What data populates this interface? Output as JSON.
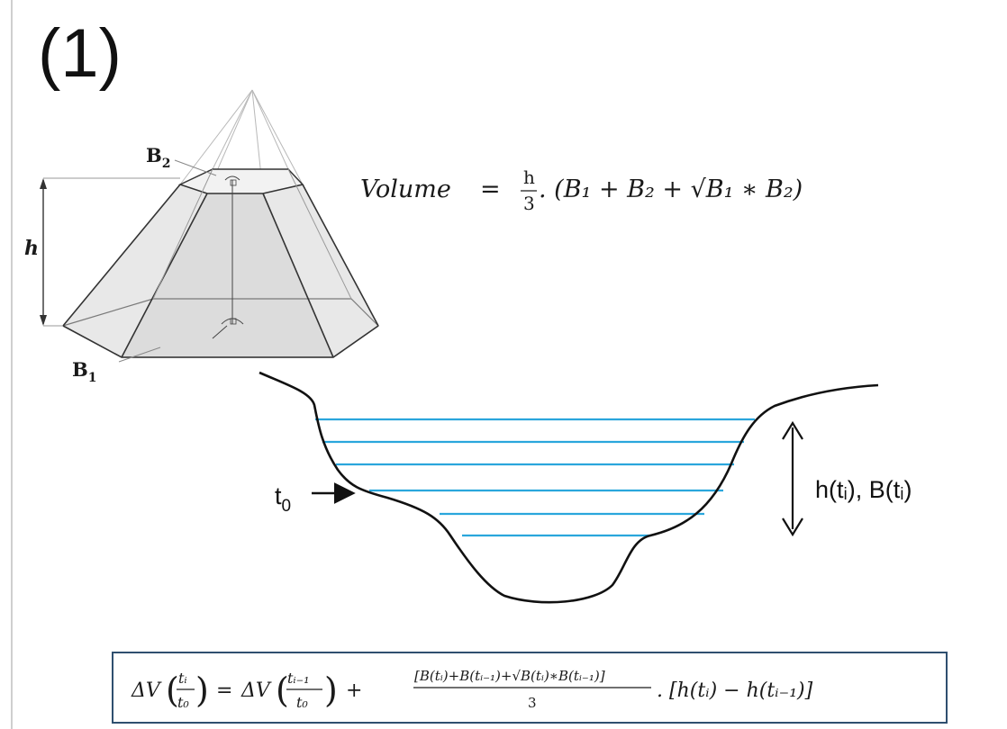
{
  "panel_label": "(1)",
  "frustum": {
    "label_top_base": "B",
    "label_top_base_sub": "2",
    "label_bottom_base": "B",
    "label_bottom_base_sub": "1",
    "label_height": "h"
  },
  "volume_formula": {
    "lhs": "Volume",
    "equals": "=",
    "fraction_num": "h",
    "fraction_den": "3",
    "rhs": ". (B₁ + B₂ + √B₁ ∗ B₂)"
  },
  "channel": {
    "start_label": "t",
    "start_label_sub": "0",
    "dimension_label": "h(tᵢ), B(tᵢ)",
    "water_line_color": "#2aa6dc"
  },
  "incremental_formula": {
    "lhs_delta": "ΔV",
    "lhs_num": "tᵢ",
    "lhs_den": "t₀",
    "equals": "=",
    "prev_delta": "ΔV",
    "prev_num": "tᵢ₋₁",
    "prev_den": "t₀",
    "plus": "+",
    "frac_num": "[B(tᵢ)+B(tᵢ₋₁)+√B(tᵢ)∗B(tᵢ₋₁)]",
    "frac_den": "3",
    "tail": ". [h(tᵢ) − h(tᵢ₋₁)]"
  }
}
